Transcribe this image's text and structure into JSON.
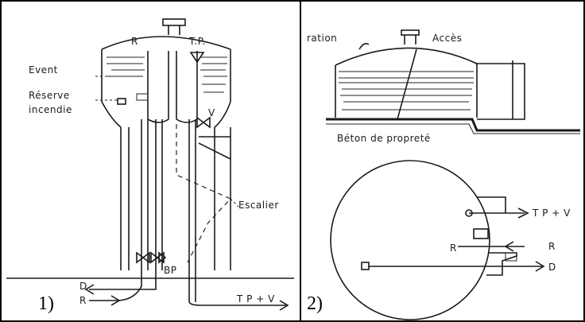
{
  "panel1": {
    "number": "1)",
    "labels": {
      "r_top": "R",
      "tp_top": "T.P.",
      "event": "Event",
      "reserve_line1": "Réserve",
      "reserve_line2": "incendie",
      "v": "V",
      "escalier": "Escalier",
      "bp": "BP",
      "d": "D",
      "r_bottom": "R",
      "tpv": "T P + V"
    }
  },
  "panel2": {
    "number": "2)",
    "labels": {
      "aeration": "ration",
      "acces": "Accès",
      "beton": "Béton de propreté",
      "tpv": "T P + V",
      "r_left": "R",
      "r_right": "R",
      "d": "D"
    }
  }
}
